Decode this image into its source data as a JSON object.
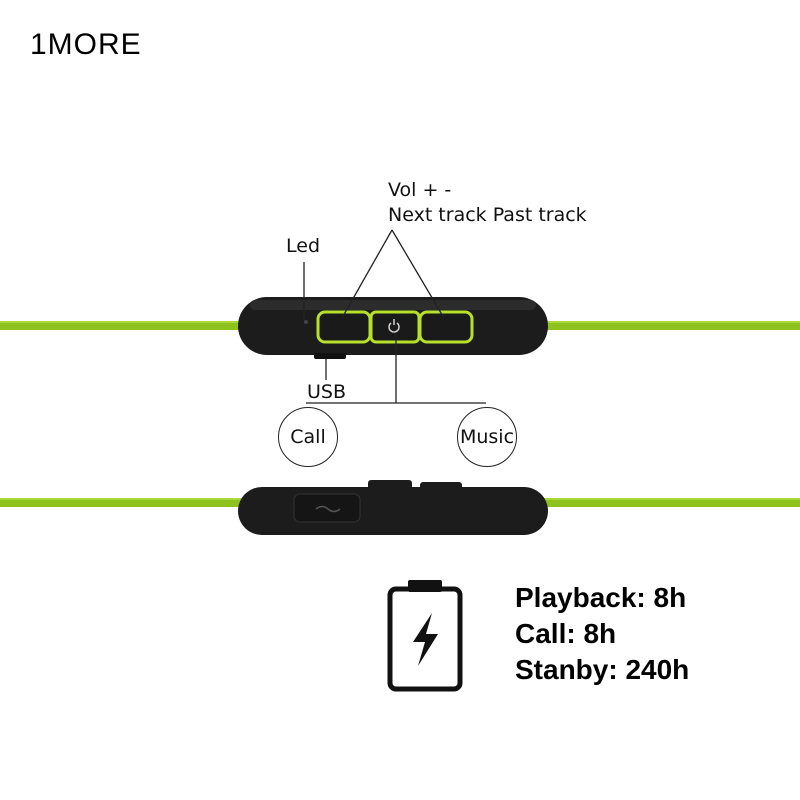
{
  "brand": {
    "logo_text": "1MORE"
  },
  "labels": {
    "vol": "Vol + -",
    "tracks": "Next track  Past track",
    "led": "Led",
    "usb": "USB",
    "call": "Call",
    "music": "Music"
  },
  "battery": {
    "playback": "Playback: 8h",
    "call": "Call: 8h",
    "standby": "Stanby: 240h"
  },
  "colors": {
    "cable": "#8ec21f",
    "remote_body": "#1c1c1c",
    "button_accent": "#b8e02a",
    "line": "#222222"
  },
  "icons": [
    "battery-charging-icon",
    "lightning-bolt-icon",
    "power-icon"
  ]
}
